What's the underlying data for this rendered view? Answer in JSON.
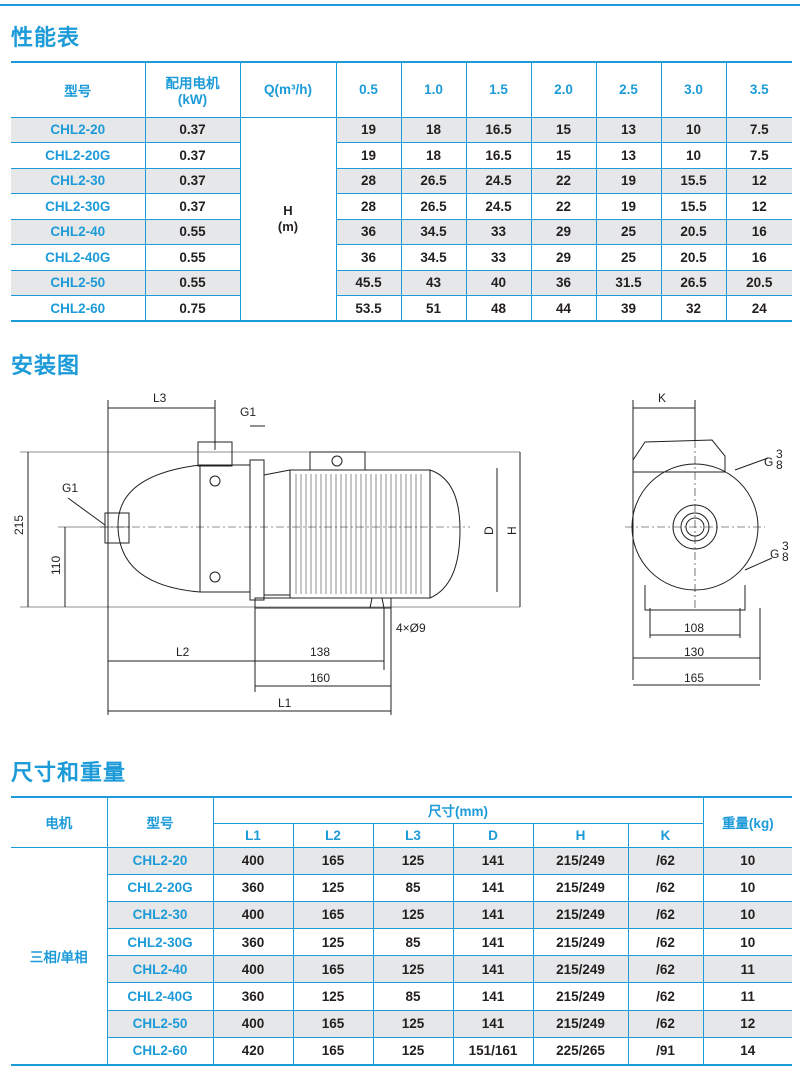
{
  "section_titles": {
    "performance": "性能表",
    "installation": "安装图",
    "dimensions": "尺寸和重量"
  },
  "performance": {
    "headers": {
      "model": "型号",
      "power_line1": "配用电机",
      "power_line2": "(kW)",
      "flow": "Q(m³/h)",
      "flows": [
        "0.5",
        "1.0",
        "1.5",
        "2.0",
        "2.5",
        "3.0",
        "3.5"
      ]
    },
    "head_label_line1": "H",
    "head_label_line2": "(m)",
    "rows": [
      {
        "model": "CHL2-20",
        "power": "0.37",
        "values": [
          "19",
          "18",
          "16.5",
          "15",
          "13",
          "10",
          "7.5"
        ]
      },
      {
        "model": "CHL2-20G",
        "power": "0.37",
        "values": [
          "19",
          "18",
          "16.5",
          "15",
          "13",
          "10",
          "7.5"
        ]
      },
      {
        "model": "CHL2-30",
        "power": "0.37",
        "values": [
          "28",
          "26.5",
          "24.5",
          "22",
          "19",
          "15.5",
          "12"
        ]
      },
      {
        "model": "CHL2-30G",
        "power": "0.37",
        "values": [
          "28",
          "26.5",
          "24.5",
          "22",
          "19",
          "15.5",
          "12"
        ]
      },
      {
        "model": "CHL2-40",
        "power": "0.55",
        "values": [
          "36",
          "34.5",
          "33",
          "29",
          "25",
          "20.5",
          "16"
        ]
      },
      {
        "model": "CHL2-40G",
        "power": "0.55",
        "values": [
          "36",
          "34.5",
          "33",
          "29",
          "25",
          "20.5",
          "16"
        ]
      },
      {
        "model": "CHL2-50",
        "power": "0.55",
        "values": [
          "45.5",
          "43",
          "40",
          "36",
          "31.5",
          "26.5",
          "20.5"
        ]
      },
      {
        "model": "CHL2-60",
        "power": "0.75",
        "values": [
          "53.5",
          "51",
          "48",
          "44",
          "39",
          "32",
          "24"
        ]
      }
    ]
  },
  "drawing": {
    "side_labels": {
      "L3": "L3",
      "G1_top": "G1",
      "G1_left": "G1",
      "h215": "215",
      "h110": "110",
      "D": "D",
      "H": "H",
      "holes": "4×Ø9",
      "L2": "L2",
      "d138": "138",
      "d160": "160",
      "L1": "L1"
    },
    "front_labels": {
      "K": "K",
      "G_upper": "G",
      "G_lower": "G",
      "frac_num": "3",
      "frac_den": "8",
      "d108": "108",
      "d130": "130",
      "d165": "165"
    }
  },
  "dimensions": {
    "headers": {
      "motor": "电机",
      "model": "型号",
      "size_group": "尺寸(mm)",
      "weight": "重量(kg)",
      "cols": [
        "L1",
        "L2",
        "L3",
        "D",
        "H",
        "K"
      ]
    },
    "motor_type": "三相/单相",
    "rows": [
      {
        "model": "CHL2-20",
        "values": [
          "400",
          "165",
          "125",
          "141",
          "215/249",
          "/62"
        ],
        "weight": "10"
      },
      {
        "model": "CHL2-20G",
        "values": [
          "360",
          "125",
          "85",
          "141",
          "215/249",
          "/62"
        ],
        "weight": "10"
      },
      {
        "model": "CHL2-30",
        "values": [
          "400",
          "165",
          "125",
          "141",
          "215/249",
          "/62"
        ],
        "weight": "10"
      },
      {
        "model": "CHL2-30G",
        "values": [
          "360",
          "125",
          "85",
          "141",
          "215/249",
          "/62"
        ],
        "weight": "10"
      },
      {
        "model": "CHL2-40",
        "values": [
          "400",
          "165",
          "125",
          "141",
          "215/249",
          "/62"
        ],
        "weight": "11"
      },
      {
        "model": "CHL2-40G",
        "values": [
          "360",
          "125",
          "85",
          "141",
          "215/249",
          "/62"
        ],
        "weight": "11"
      },
      {
        "model": "CHL2-50",
        "values": [
          "400",
          "165",
          "125",
          "141",
          "215/249",
          "/62"
        ],
        "weight": "12"
      },
      {
        "model": "CHL2-60",
        "values": [
          "420",
          "165",
          "125",
          "151/161",
          "225/265",
          "/91"
        ],
        "weight": "14"
      }
    ]
  }
}
